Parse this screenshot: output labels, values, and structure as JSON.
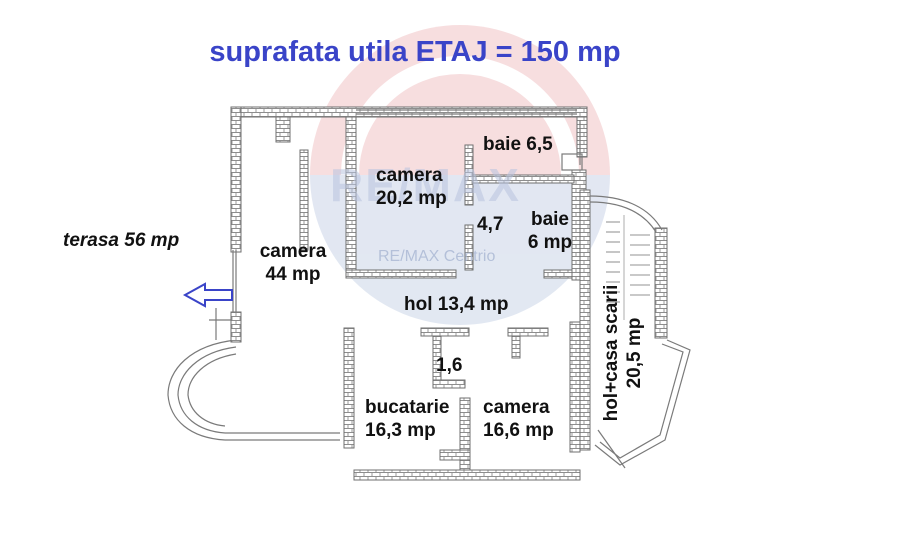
{
  "title": "suprafata utila ETAJ = 150 mp",
  "watermark": {
    "brand": "RE/MAX",
    "office": "RE/MAX Centrio"
  },
  "colors": {
    "title": "#3a44c8",
    "wall": "#9a9a9a",
    "arrow": "#3a44c8",
    "watermark_red": "#e7a9ac",
    "watermark_blue": "#a9b7d3"
  },
  "exterior": {
    "terrace": "terasa 56 mp"
  },
  "rooms": {
    "camera_44": [
      "camera",
      "44 mp"
    ],
    "camera_20": [
      "camera",
      "20,2 mp"
    ],
    "baie_65": "baie 6,5",
    "closet_47": "4,7",
    "baie_6": [
      "baie",
      "6 mp"
    ],
    "hol": "hol 13,4 mp",
    "closet_16": "1,6",
    "bucatarie": [
      "bucatarie",
      "16,3 mp"
    ],
    "camera_166": [
      "camera",
      "16,6 mp"
    ],
    "stair_hall": [
      "hol+casa scarii",
      "20,5 mp"
    ]
  }
}
